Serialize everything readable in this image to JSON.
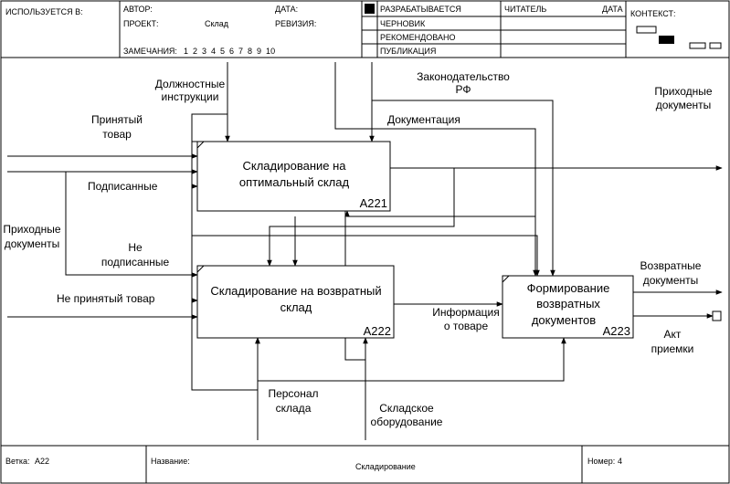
{
  "header": {
    "used_at_label": "ИСПОЛЬЗУЕТСЯ В:",
    "author_label": "АВТОР:",
    "project_label": "ПРОЕКТ:",
    "project_value": "Склад",
    "date_label": "ДАТА:",
    "revision_label": "РЕВИЗИЯ:",
    "notes_label": "ЗАМЕЧАНИЯ:",
    "notes_numbers": "1  2  3  4  5  6  7  8  9  10",
    "status": [
      "РАЗРАБАТЫВАЕТСЯ",
      "ЧЕРНОВИК",
      "РЕКОМЕНДОВАНО",
      "ПУБЛИКАЦИЯ"
    ],
    "reader_label": "ЧИТАТЕЛЬ",
    "reader_date_label": "ДАТА",
    "context_label": "КОНТЕКСТ:"
  },
  "diagram": {
    "blocks": [
      {
        "title_line1": "Складирование на",
        "title_line2": "оптимальный склад",
        "code": "A221"
      },
      {
        "title_line1": "Складирование на возвратный",
        "title_line2": "склад",
        "code": "A222"
      },
      {
        "title_line1": "Формирование",
        "title_line2": "возвратных",
        "title_line3": "документов",
        "code": "A223"
      }
    ],
    "labels": {
      "job_instructions_1": "Должностные",
      "job_instructions_2": "инструкции",
      "law_1": "Законодательство",
      "law_2": "РФ",
      "incoming_docs_1": "Приходные",
      "incoming_docs_2": "документы",
      "accepted_goods_1": "Принятый",
      "accepted_goods_2": "товар",
      "documentation": "Документация",
      "signed": "Подписанные",
      "left_docs_1": "Приходные",
      "left_docs_2": "документы",
      "not_signed_1": "Не",
      "not_signed_2": "подписанные",
      "not_accepted_goods": "Не принятый товар",
      "return_docs_1": "Возвратные",
      "return_docs_2": "документы",
      "goods_info_1": "Информация",
      "goods_info_2": "о товаре",
      "act_1": "Акт",
      "act_2": "приемки",
      "staff_1": "Персонал",
      "staff_2": "склада",
      "equipment_1": "Складское",
      "equipment_2": "оборудование"
    }
  },
  "footer": {
    "branch_label": "Ветка:",
    "branch_value": "A22",
    "name_label": "Название:",
    "name_value": "Складирование",
    "number_label": "Номер:",
    "number_value": "4"
  }
}
